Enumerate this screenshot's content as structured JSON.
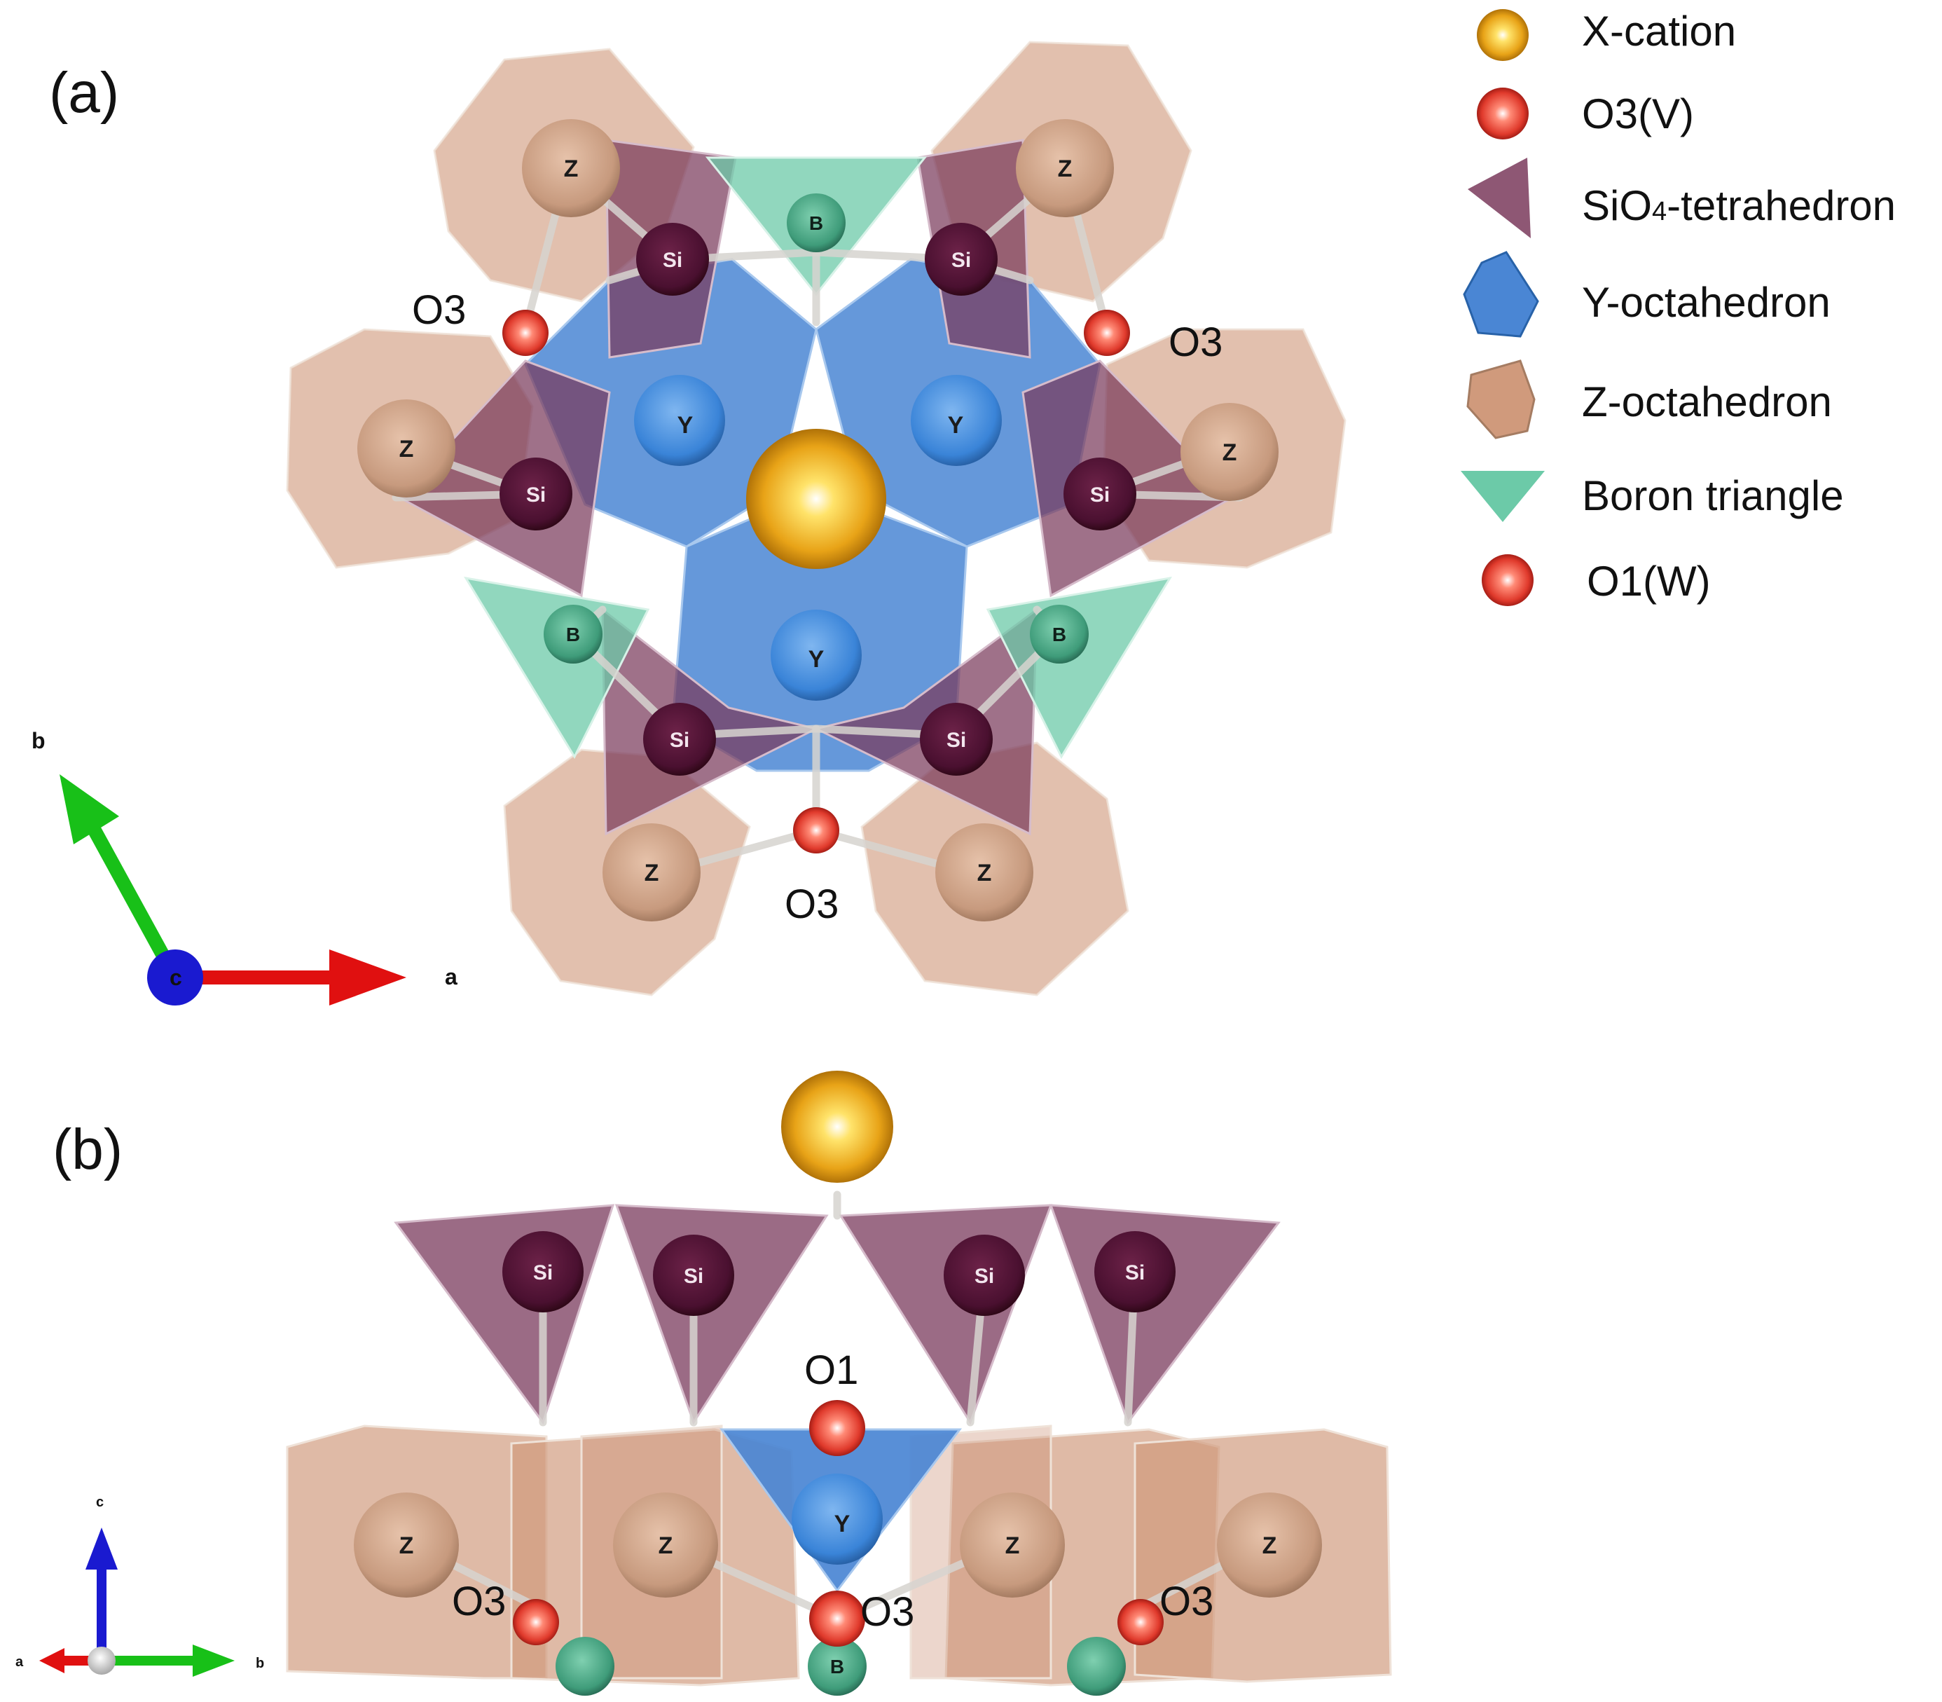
{
  "panels": {
    "a": {
      "label": "(a)"
    },
    "b": {
      "label": "(b)"
    }
  },
  "atom_labels": {
    "z": "Z",
    "y": "Y",
    "si": "Si",
    "b": "B",
    "o3": "O3",
    "o1": "O1"
  },
  "axes": {
    "a": "a",
    "b": "b",
    "c": "c"
  },
  "legend": [
    {
      "label": "X-cation",
      "icon": "gold-sphere-icon"
    },
    {
      "label": "O3(V)",
      "icon": "red-sphere-icon"
    },
    {
      "label_main": "SiO",
      "label_sub": "4",
      "label_tail": "-tetrahedron",
      "icon": "purple-triangle-icon"
    },
    {
      "label": "Y-octahedron",
      "icon": "blue-octahedron-icon"
    },
    {
      "label": "Z-octahedron",
      "icon": "tan-octahedron-icon"
    },
    {
      "label": "Boron triangle",
      "icon": "green-triangle-icon"
    },
    {
      "label": "O1(W)",
      "icon": "red-sphere-icon"
    }
  ],
  "colors": {
    "x_cation": "#e8a317",
    "oxygen": "#e03a2c",
    "si_atom": "#4a1030",
    "si_tetrahedron": "#7a3a5c",
    "y_atom": "#3a84d8",
    "y_octahedron": "#4a86d4",
    "z_atom": "#c79a7e",
    "z_octahedron": "#d09a7c",
    "b_atom": "#3f9c7a",
    "b_triangle": "#6ccaa8",
    "axis_a": "#e01010",
    "axis_b": "#18c018",
    "axis_c": "#1a1ad0"
  }
}
